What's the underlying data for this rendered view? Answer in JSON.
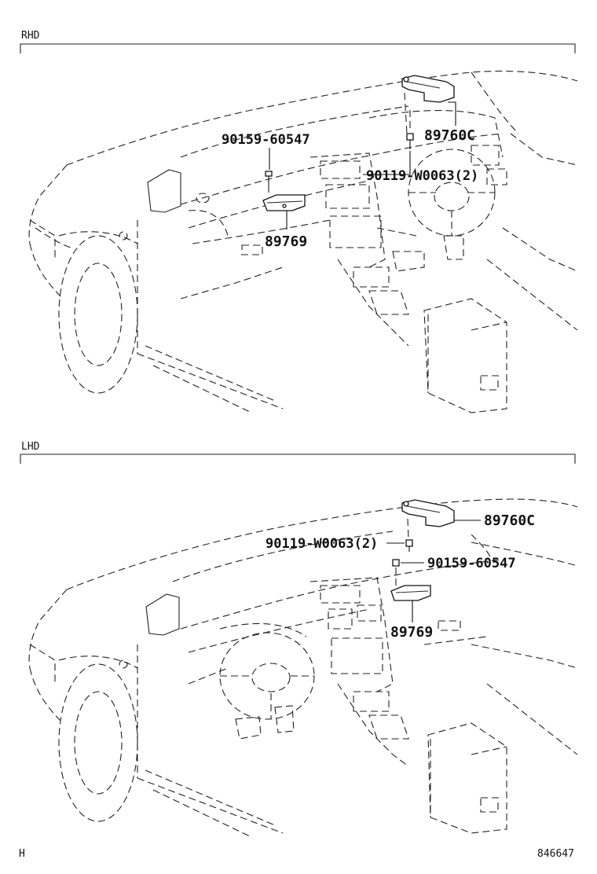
{
  "sections": [
    {
      "id": "rhd",
      "label": "RHD",
      "callouts": {
        "bolt_bracket": "90159-60547",
        "bolt_upper": "90119-W0063(2)",
        "module_upper": "89760C",
        "module_lower": "89769"
      }
    },
    {
      "id": "lhd",
      "label": "LHD",
      "callouts": {
        "bolt_upper": "90119-W0063(2)",
        "module_upper": "89760C",
        "bolt_bracket": "90159-60547",
        "module_lower": "89769"
      }
    }
  ],
  "footer": {
    "left_mark": "H",
    "drawing_number": "846647"
  }
}
